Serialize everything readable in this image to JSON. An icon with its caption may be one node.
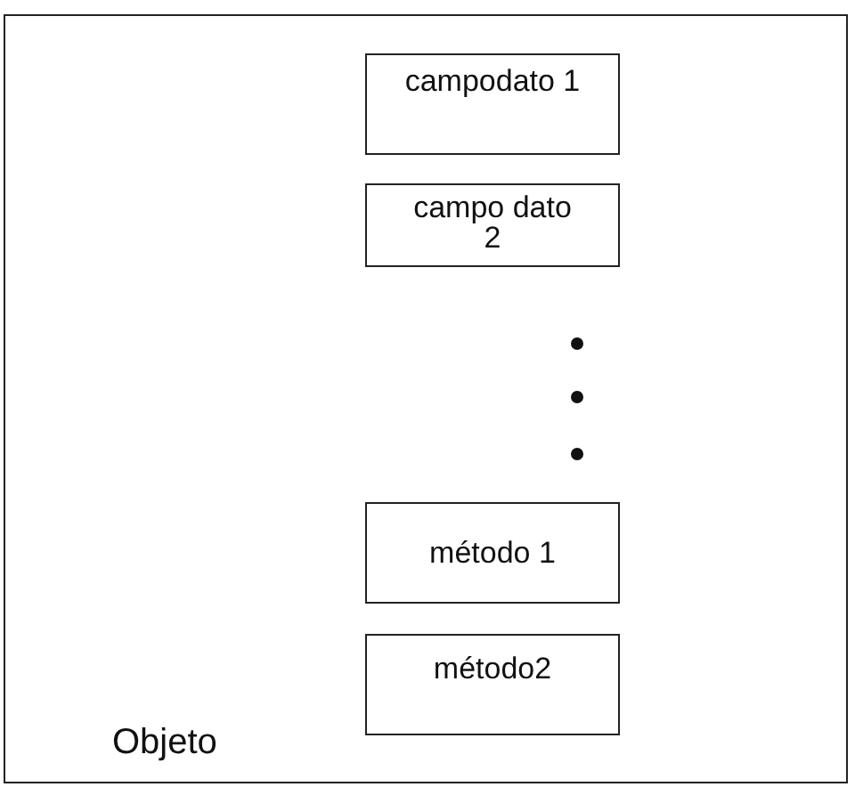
{
  "diagram": {
    "nodes": [
      {
        "text": [
          "Objeto"
        ]
      },
      {
        "text": [
          "campodato 1"
        ],
        "in": 0
      },
      {
        "text": [
          "campo dato 2"
        ],
        "in": 0
      },
      {
        "text": [
          "método 1"
        ],
        "in": 0
      },
      {
        "text": [
          "método2"
        ],
        "in": 0
      }
    ]
  }
}
